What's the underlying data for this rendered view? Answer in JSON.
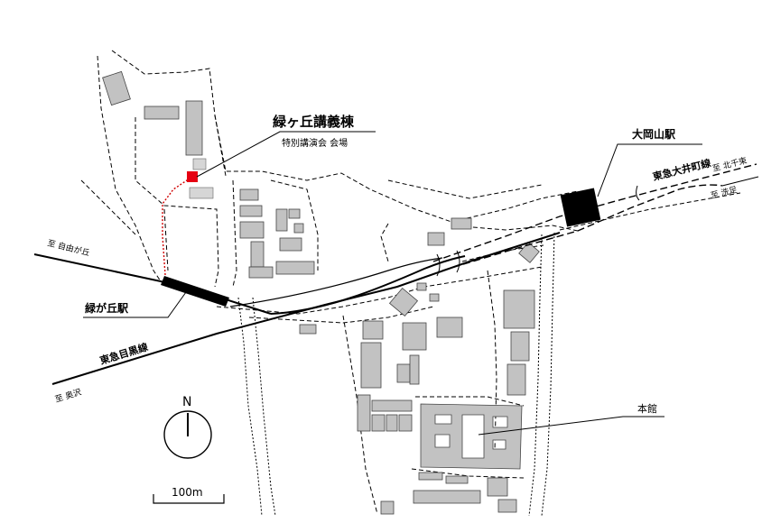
{
  "labels": {
    "hall": "緑ヶ丘講義棟",
    "hall_sub": "特別講演会 会場",
    "ookayama_station": "大岡山駅",
    "oimachi_line": "東急大井町線",
    "to_kitasenzoku": "至 北千束",
    "to_senzoku": "至 洗足",
    "to_jiyugaoka": "至 自由が丘",
    "midorigaoka_station": "緑が丘駅",
    "meguro_line": "東急目黒線",
    "to_okusawa": "至 奥沢",
    "main_building": "本館",
    "north": "N",
    "scale": "100m"
  },
  "colors": {
    "venue": "#e60012",
    "route": "#d00000",
    "building": "#c2c2c2",
    "station": "#000000"
  },
  "icons": {
    "north_arrow": "compass-north-icon",
    "venue_marker": "venue-marker-icon"
  }
}
